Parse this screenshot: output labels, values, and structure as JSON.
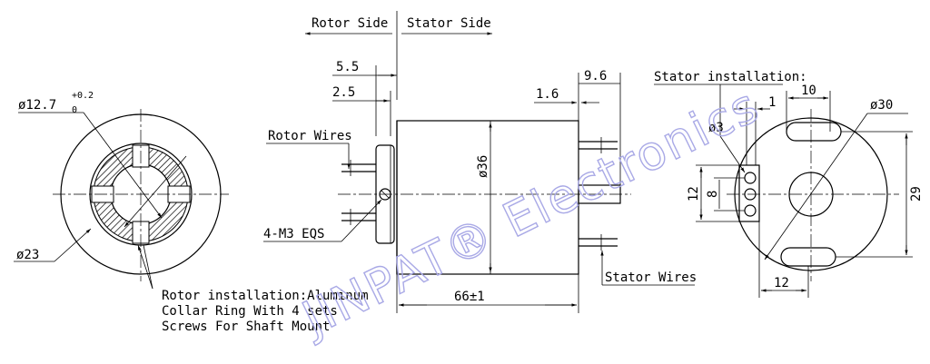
{
  "labels": {
    "rotor_side": "Rotor Side",
    "stator_side": "Stator Side",
    "dim_5_5": "5.5",
    "dim_2_5": "2.5",
    "dim_9_6": "9.6",
    "dim_1_6": "1.6",
    "bore_dia": "ø12.7",
    "bore_tol_plus": "+0.2",
    "bore_tol_minus": "0",
    "outer_dia_23": "ø23",
    "rotor_wires": "Rotor Wires",
    "screws": "4-M3 EQS",
    "body_dia_36": "ø36",
    "length": "66±1",
    "stator_wires": "Stator Wires",
    "rotor_note_1": "Rotor installation:Aluminum",
    "rotor_note_2": "Collar Ring With 4 sets",
    "rotor_note_3": "Screws For Shaft Mount",
    "stator_installation": "Stator installation:",
    "dim_1": "1",
    "dim_10": "10",
    "dia_30": "ø30",
    "dia_3": "ø3",
    "dim_12_left": "12",
    "dim_8": "8",
    "dim_29": "29",
    "dim_12_bottom": "12"
  },
  "watermark": "JINPAT® Electronics",
  "colors": {
    "line": "#000000",
    "watermark": "#a9a9e6"
  }
}
